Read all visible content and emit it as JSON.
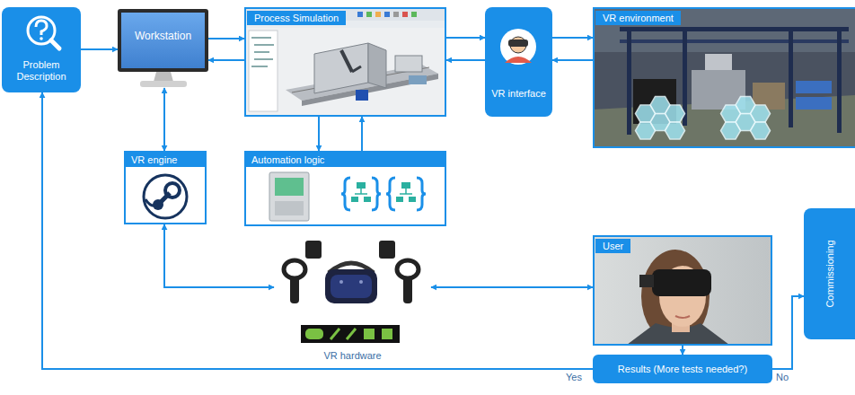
{
  "diagram": {
    "nodes": [
      {
        "text": [
          "Problem Description"
        ]
      },
      {
        "text": [
          "Workstation"
        ]
      },
      {
        "text": [
          "Process Simulation"
        ]
      },
      {
        "text": [
          "VR interface"
        ]
      },
      {
        "text": [
          "VR environment"
        ]
      },
      {
        "text": [
          "VR engine"
        ]
      },
      {
        "text": [
          "Automation logic"
        ]
      },
      {
        "text": [
          "VR hardware"
        ]
      },
      {
        "text": [
          "User"
        ]
      },
      {
        "text": [
          "Results (More tests needed?)"
        ]
      },
      {
        "text": [
          "Commissioning"
        ]
      }
    ],
    "edges": [
      {
        "from": 0,
        "to": 1,
        "arrow": "to"
      },
      {
        "from": 1,
        "to": 2,
        "arrow": "to"
      },
      {
        "from": 2,
        "to": 1,
        "arrow": "to"
      },
      {
        "from": 2,
        "to": 3,
        "arrow": "to"
      },
      {
        "from": 3,
        "to": 2,
        "arrow": "to"
      },
      {
        "from": 3,
        "to": 4,
        "arrow": "to"
      },
      {
        "from": 4,
        "to": 3,
        "arrow": "to"
      },
      {
        "from": 1,
        "to": 5,
        "arrow": "both"
      },
      {
        "from": 2,
        "to": 6,
        "arrow": "to"
      },
      {
        "from": 6,
        "to": 2,
        "arrow": "to"
      },
      {
        "from": 5,
        "to": 7,
        "arrow": "both"
      },
      {
        "from": 7,
        "to": 8,
        "arrow": "both"
      },
      {
        "from": 8,
        "to": 9,
        "arrow": "to"
      },
      {
        "from": 9,
        "to": 0,
        "arrow": "to",
        "label": "Yes"
      },
      {
        "from": 9,
        "to": 10,
        "arrow": "to",
        "label": "No"
      }
    ]
  }
}
